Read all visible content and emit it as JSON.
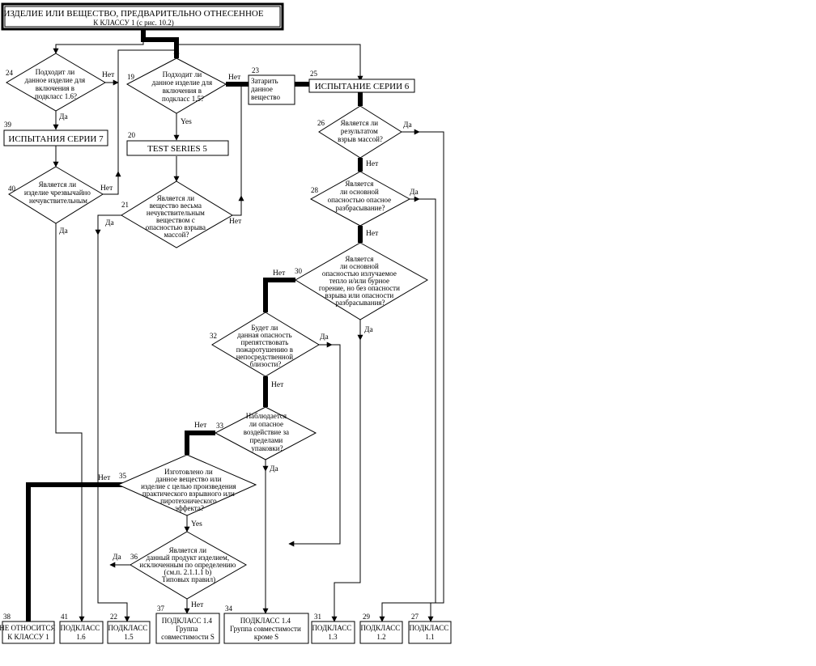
{
  "start_box": {
    "line1": "ИЗДЕЛИЕ ИЛИ ВЕЩЕСТВО, ПРЕДВАРИТЕЛЬНО ОТНЕСЕННОЕ",
    "line2": "К КЛАССУ 1 (с рис. 10.2)"
  },
  "yes": "Да",
  "no": "Нет",
  "yes_en": "Yes",
  "no_en": "Нет",
  "nodes": {
    "n24": {
      "num": "24",
      "lines": [
        "Подходит ли",
        "данное изделие для",
        "включения в",
        "подкласс 1.6?"
      ]
    },
    "n19": {
      "num": "19",
      "lines": [
        "Подходит ли",
        "данное изделие для",
        "включения в",
        "подкласс 1.5?"
      ]
    },
    "n23": {
      "num": "23",
      "lines": [
        "Затарить",
        "данное",
        "вещество"
      ]
    },
    "n25": {
      "num": "25",
      "label": "ИСПЫТАНИЕ СЕРИИ 6"
    },
    "n39": {
      "num": "39",
      "label": "ИСПЫТАНИЯ СЕРИИ 7"
    },
    "n20": {
      "num": "20",
      "label": "TEST SERIES 5"
    },
    "n26": {
      "num": "26",
      "lines": [
        "Является ли",
        "результатом",
        "взрыв массой?"
      ]
    },
    "n40": {
      "num": "40",
      "lines": [
        "Является ли",
        "изделие чрезвычайно",
        "нечувствительным"
      ]
    },
    "n21": {
      "num": "21",
      "lines": [
        "Является ли",
        "вещество весьма",
        "нечувствительным",
        "веществом с",
        "опасностью взрыва",
        "массой?"
      ]
    },
    "n28": {
      "num": "28",
      "lines": [
        "Является",
        "ли основной",
        "опасностью опасное",
        "разбрасывание?"
      ]
    },
    "n30": {
      "num": "30",
      "lines": [
        "Является",
        "ли основной",
        "опасностью излучаемое",
        "тепло и/или бурное",
        "горение, но без опасности",
        "взрыва или опасности",
        "разбрасывания?"
      ]
    },
    "n32": {
      "num": "32",
      "lines": [
        "Будет ли",
        "данная опасность",
        "препятствовать",
        "пожаротушению в",
        "непосредственной",
        "близости?"
      ]
    },
    "n33": {
      "num": "33",
      "lines": [
        "Наблюдается",
        "ли опасное",
        "воздействие за",
        "пределами",
        "упаковки?"
      ]
    },
    "n35": {
      "num": "35",
      "lines": [
        "Изготовлено ли",
        "данное вещество или",
        "изделие с целью произведения",
        "практического взрывного или",
        "пиротехнического",
        "эффекта?"
      ]
    },
    "n36": {
      "num": "36",
      "lines": [
        "Является ли",
        "данный продукт изделием,",
        "исключенным по определению",
        "(см.п. 2.1.1.1 b)",
        "Типовых правил)"
      ]
    }
  },
  "terminals": [
    {
      "num": "38",
      "lines": [
        "НЕ ОТНОСИТСЯ",
        "К КЛАССУ 1"
      ]
    },
    {
      "num": "41",
      "lines": [
        "ПОДКЛАСС",
        "1.6"
      ]
    },
    {
      "num": "22",
      "lines": [
        "ПОДКЛАСС",
        "1.5"
      ]
    },
    {
      "num": "37",
      "lines": [
        "ПОДКЛАСС 1.4",
        "Группа",
        "совместимости S"
      ]
    },
    {
      "num": "34",
      "lines": [
        "ПОДКЛАСС 1.4",
        "Группа совместимости",
        "кроме S"
      ]
    },
    {
      "num": "31",
      "lines": [
        "ПОДКЛАСС",
        "1.3"
      ]
    },
    {
      "num": "29",
      "lines": [
        "ПОДКЛАСС",
        "1.2"
      ]
    },
    {
      "num": "27",
      "lines": [
        "ПОДКЛАСС",
        "1.1"
      ]
    }
  ]
}
